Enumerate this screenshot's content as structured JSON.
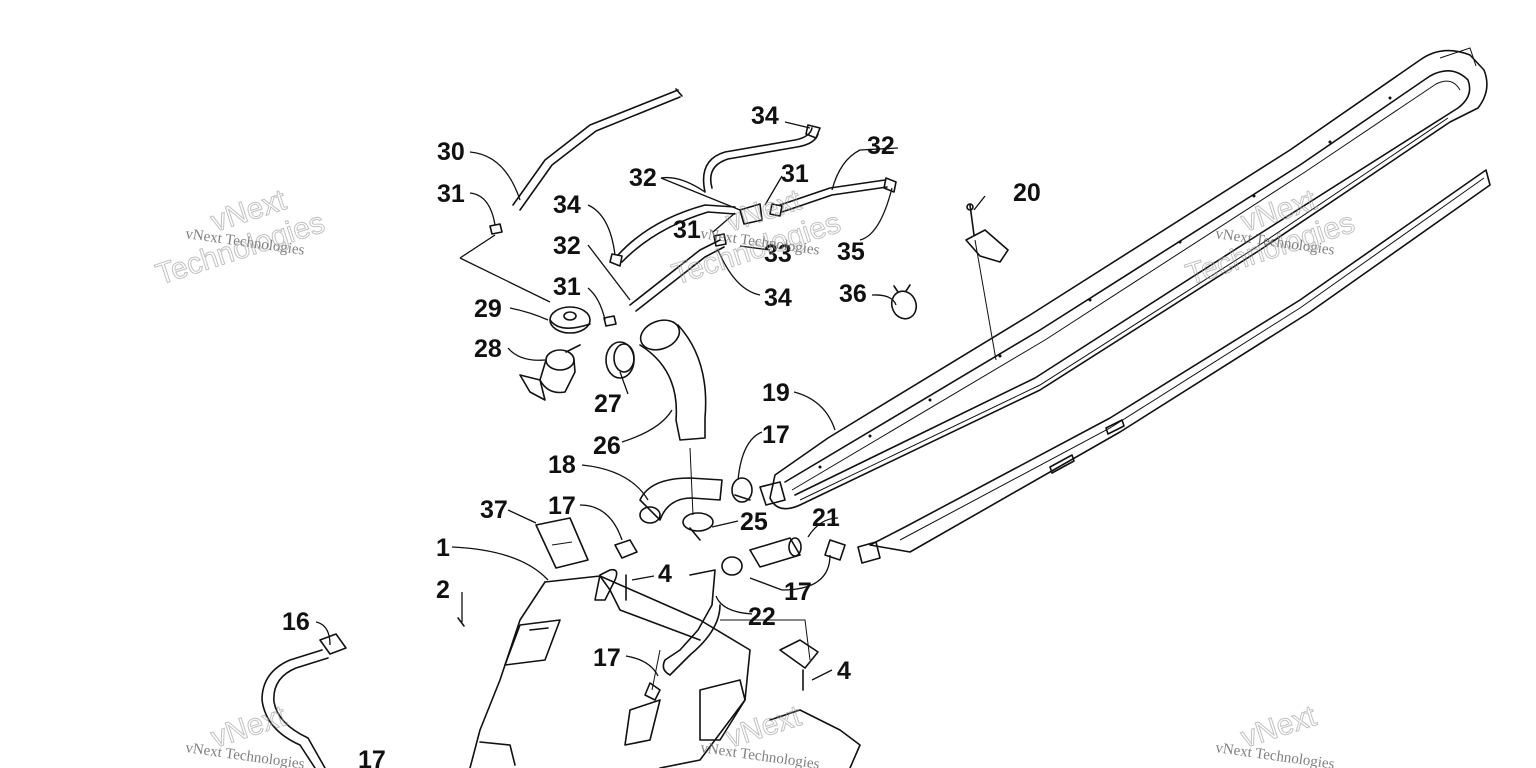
{
  "watermark": {
    "small_text": "vNext Technologies",
    "logo_word_1": "vNext",
    "logo_word_2": "Technologies"
  },
  "callouts": [
    {
      "id": "c30a",
      "text": "30"
    },
    {
      "id": "c31a",
      "text": "31"
    },
    {
      "id": "c34a",
      "text": "34"
    },
    {
      "id": "c32a",
      "text": "32"
    },
    {
      "id": "c31b",
      "text": "31"
    },
    {
      "id": "c32b",
      "text": "32"
    },
    {
      "id": "c31c",
      "text": "31"
    },
    {
      "id": "c34b",
      "text": "34"
    },
    {
      "id": "c32c",
      "text": "32"
    },
    {
      "id": "c31d",
      "text": "31"
    },
    {
      "id": "c33",
      "text": "33"
    },
    {
      "id": "c35",
      "text": "35"
    },
    {
      "id": "c34c",
      "text": "34"
    },
    {
      "id": "c36",
      "text": "36"
    },
    {
      "id": "c20",
      "text": "20"
    },
    {
      "id": "c29",
      "text": "29"
    },
    {
      "id": "c28",
      "text": "28"
    },
    {
      "id": "c27",
      "text": "27"
    },
    {
      "id": "c26",
      "text": "26"
    },
    {
      "id": "c19",
      "text": "19"
    },
    {
      "id": "c17a",
      "text": "17"
    },
    {
      "id": "c18",
      "text": "18"
    },
    {
      "id": "c37",
      "text": "37"
    },
    {
      "id": "c17b",
      "text": "17"
    },
    {
      "id": "c25",
      "text": "25"
    },
    {
      "id": "c21",
      "text": "21"
    },
    {
      "id": "c1",
      "text": "1"
    },
    {
      "id": "c4a",
      "text": "4"
    },
    {
      "id": "c2",
      "text": "2"
    },
    {
      "id": "c17c",
      "text": "17"
    },
    {
      "id": "c22",
      "text": "22"
    },
    {
      "id": "c16",
      "text": "16"
    },
    {
      "id": "c17d",
      "text": "17"
    },
    {
      "id": "c4b",
      "text": "4"
    },
    {
      "id": "c17e",
      "text": "17"
    }
  ]
}
